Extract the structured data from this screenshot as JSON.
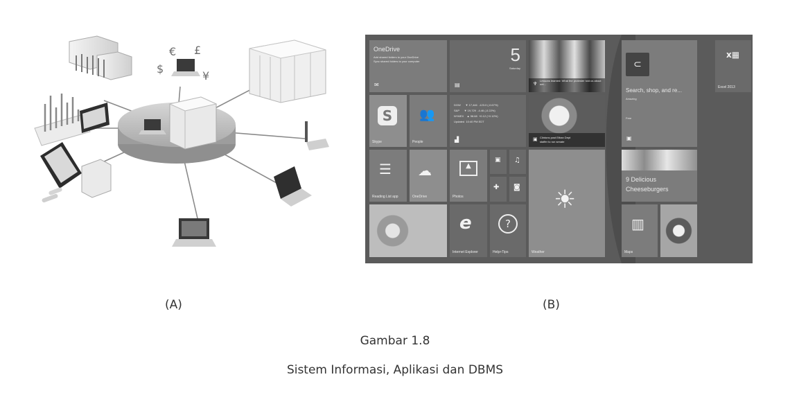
{
  "figure_a": {
    "label": "(A)",
    "currency_symbols": [
      "$",
      "€",
      "£",
      "¥"
    ]
  },
  "figure_b": {
    "label": "(B)",
    "tiles": {
      "onedrive_title": "OneDrive",
      "onedrive_sub1": "Add shared folders to your OneDrive",
      "onedrive_sub2": "Sync shared folders to your computer",
      "calendar_day": "5",
      "calendar_weekday": "Saturday",
      "news1_caption": "Lessons learned: What the protester told us about net...",
      "finance_row1": "DOW      ▼ 17,446  -123.0 (-0.67%)",
      "finance_row2": "S&P      ▼ 19,729  -4.46 (-0.22%)",
      "finance_row3": "NYMEX    ▲ 98.68  +0.12 (+0.12%)",
      "finance_row4": "Updated  10:40 PM EDT",
      "news2_caption1": "Clintons post Ethan Dept",
      "news2_caption2": "staffer to run senate",
      "skype": "Skype",
      "people": "People",
      "reading_list": "Reading List app",
      "onedrive_small": "OneDrive",
      "photos": "Photos",
      "ie": "Internet Explorer",
      "help": "Help+Tips",
      "weather": "Weather",
      "store_search": "Search, shop, and re...",
      "store_sub": "Amazing",
      "store_free": "Free",
      "food_line1": "9 Delicious",
      "food_line2": "Cheeseburgers",
      "maps": "Maps",
      "excel": "Excel 2013"
    }
  },
  "caption": {
    "number": "Gambar 1.8",
    "title": "Sistem Informasi, Aplikasi dan DBMS"
  }
}
